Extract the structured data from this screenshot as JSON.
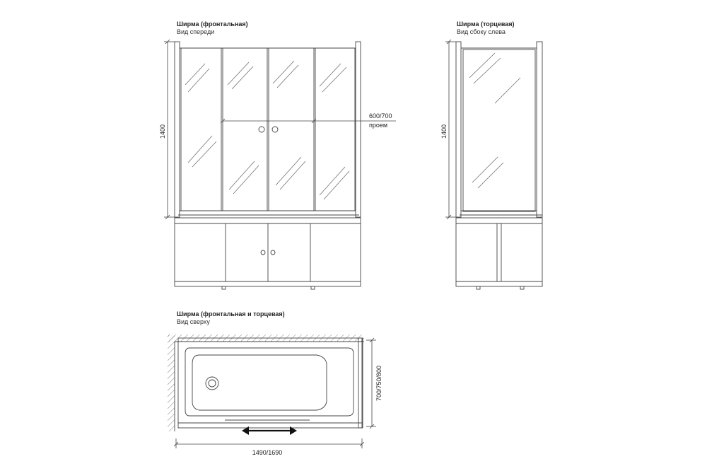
{
  "views": {
    "front": {
      "title": "Ширма (фронтальная)",
      "subtitle": "Вид спереди",
      "height_label": "1400",
      "opening_label": "600/700",
      "opening_sub": "проем"
    },
    "side": {
      "title": "Ширма (торцевая)",
      "subtitle": "Вид сбоку слева",
      "height_label": "1400"
    },
    "top": {
      "title": "Ширма (фронтальная и торцевая)",
      "subtitle": "Вид сверху",
      "width_label": "1490/1690",
      "depth_label": "700/750/800"
    }
  },
  "colors": {
    "line": "#444444",
    "hatch": "#666666",
    "background": "#ffffff"
  }
}
